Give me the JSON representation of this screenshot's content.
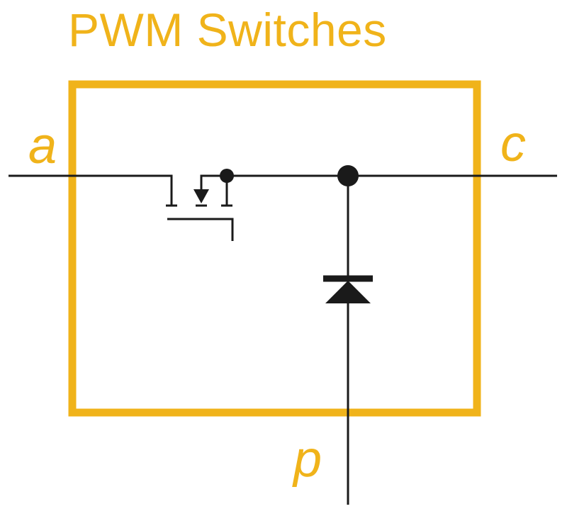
{
  "title": "PWM Switches",
  "terminals": {
    "a": "a",
    "c": "c",
    "p": "p"
  },
  "colors": {
    "accent": "#F0B31A",
    "wire": "#1A1A1A",
    "background": "#FFFFFF"
  },
  "components": [
    {
      "name": "mosfet-switch-icon",
      "kind": "n-channel MOSFET"
    },
    {
      "name": "diode-icon",
      "kind": "diode"
    }
  ]
}
